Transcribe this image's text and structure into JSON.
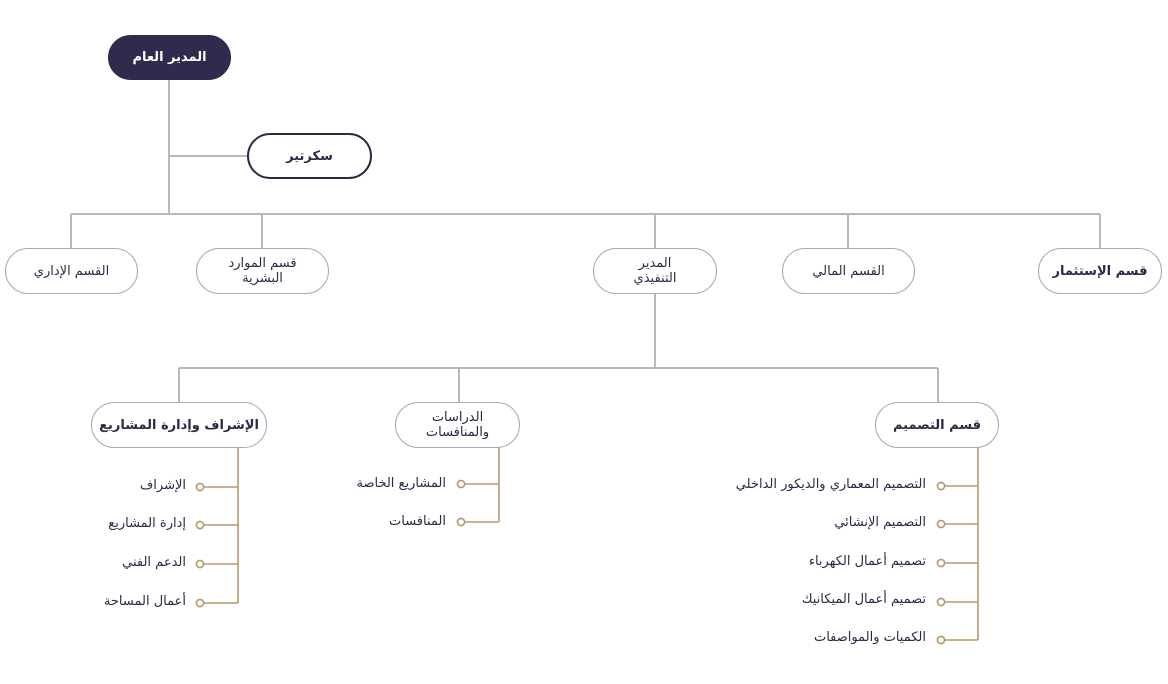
{
  "colors": {
    "line": "#b7b6c2",
    "accent": "#b8976a",
    "dark": "#2e2b4c"
  },
  "general_manager": "المدير العام",
  "secretary": "سكرتير",
  "departments": {
    "admin": "القسم الإداري",
    "hr_line1": "قسم الموارد",
    "hr_line2": "البشرية",
    "exec_line1": "المدير",
    "exec_line2": "التنفيذي",
    "finance": "القسم المالي",
    "investment": "قسم الإستثمار"
  },
  "divisions": {
    "supervision": {
      "label": "الإشراف وإدارة المشاريع",
      "items": [
        "الإشراف",
        "إدارة المشاريع",
        "الدعم الفني",
        "أعمال المساحة"
      ]
    },
    "studies": {
      "label_line1": "الدراسات",
      "label_line2": "والمنافسات",
      "items": [
        "المشاريع الخاصة",
        "المنافسات"
      ]
    },
    "design": {
      "label": "قسم التصميم",
      "items": [
        "التصميم المعماري والديكور الداخلي",
        "التصميم الإنشائي",
        "تصميم أعمال الكهرباء",
        "تصميم أعمال الميكانيك",
        "الكميات والمواصفات"
      ]
    }
  }
}
